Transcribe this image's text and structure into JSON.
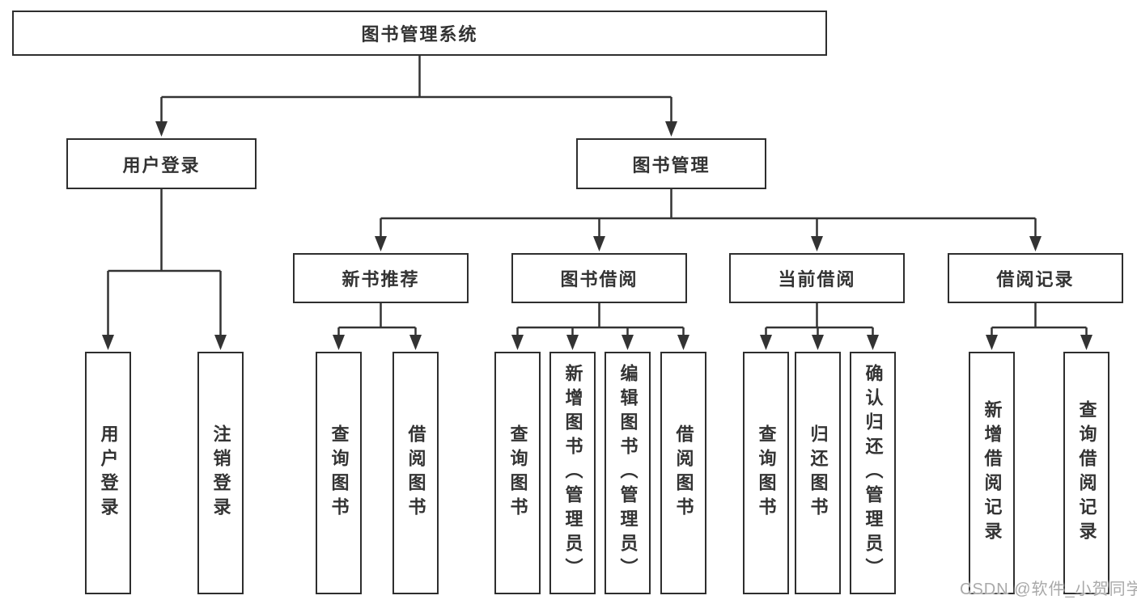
{
  "tree": {
    "root": {
      "label": "图书管理系统"
    },
    "branches": [
      {
        "label": "用户登录",
        "children": [
          {
            "label": "用户登录"
          },
          {
            "label": "注销登录"
          }
        ]
      },
      {
        "label": "图书管理",
        "children": [
          {
            "label": "新书推荐",
            "children": [
              {
                "label": "查询图书"
              },
              {
                "label": "借阅图书"
              }
            ]
          },
          {
            "label": "图书借阅",
            "children": [
              {
                "label": "查询图书"
              },
              {
                "label": "新增图书（管理员）"
              },
              {
                "label": "编辑图书（管理员）"
              },
              {
                "label": "借阅图书"
              }
            ]
          },
          {
            "label": "当前借阅",
            "children": [
              {
                "label": "查询图书"
              },
              {
                "label": "归还图书"
              },
              {
                "label": "确认归还（管理员）"
              }
            ]
          },
          {
            "label": "借阅记录",
            "children": [
              {
                "label": "新增借阅记录"
              },
              {
                "label": "查询借阅记录"
              }
            ]
          }
        ]
      }
    ]
  },
  "watermark": "CSDN @软件_小贺同学",
  "colors": {
    "line": "#333333",
    "box_border": "#2e2e2e",
    "text": "#333333",
    "watermark": "#a9a9a9",
    "background": "#ffffff"
  }
}
